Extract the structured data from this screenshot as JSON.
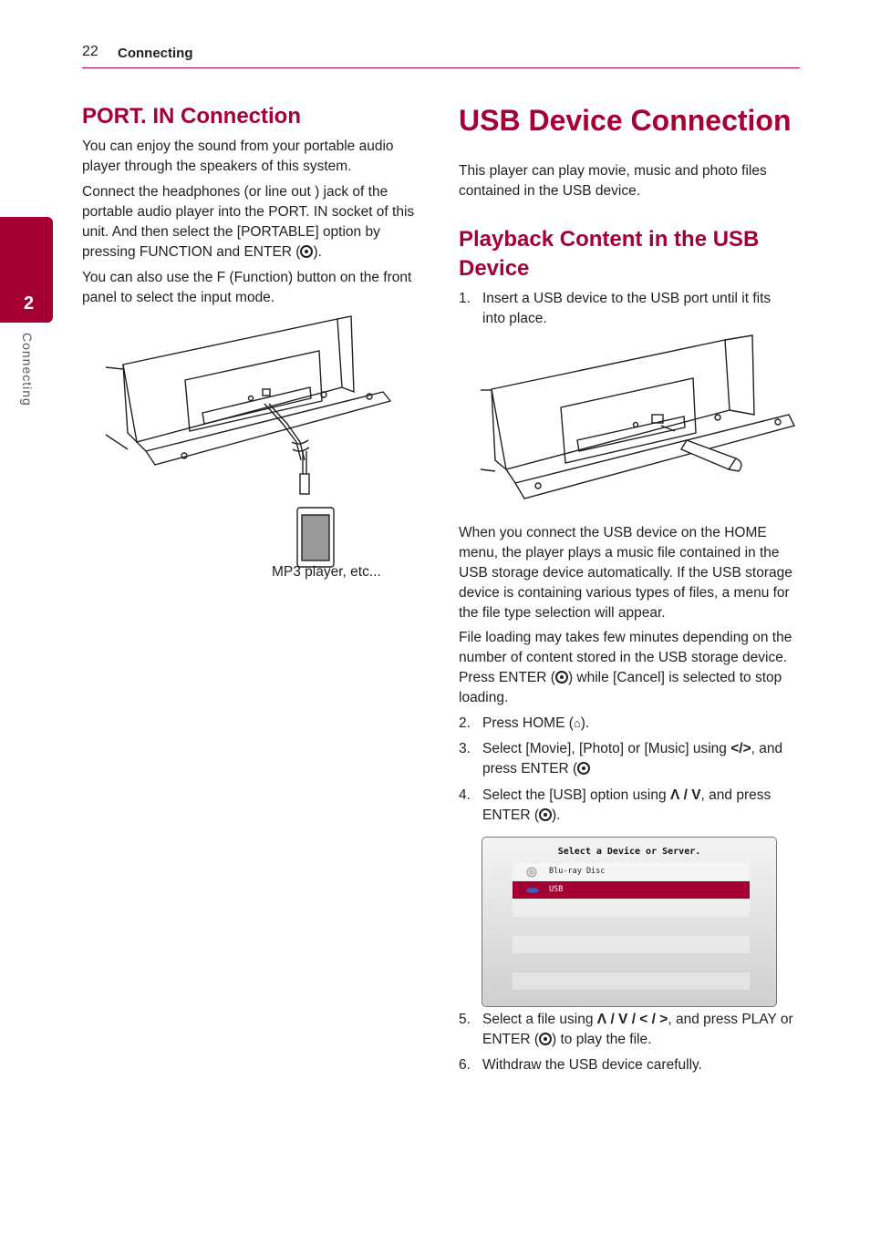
{
  "header": {
    "page_number": "22",
    "section": "Connecting"
  },
  "side_tab": {
    "number": "2",
    "label": "Connecting"
  },
  "left": {
    "heading": "PORT. IN Connection",
    "para1": "You can enjoy the sound from your portable audio player through the speakers of this system.",
    "para2_before": "Connect the headphones (or line out ) jack of the portable audio player into the PORT. IN socket of this unit. And then select the [PORTABLE] option by pressing FUNCTION and ENTER (",
    "para2_after": ").",
    "para3": "You can also use the F (Function) button on the front panel to select the input mode.",
    "caption": "MP3 player, etc..."
  },
  "right": {
    "title": "USB Device Connection",
    "intro": "This player can play movie, music and photo files contained in the USB device.",
    "subheading": "Playback Content in the USB Device",
    "step1_num": "1.",
    "step1": "Insert a USB device to the USB port until it fits into place.",
    "para_home": "When you connect the USB device on the HOME menu, the player plays a music file contained in the USB storage device automatically. If the USB storage device is containing various types of files, a menu for the file type selection will appear.",
    "para_loading_before": "File loading may takes few minutes depending on the number of content stored in the USB storage device. Press ENTER (",
    "para_loading_after": ") while [Cancel] is selected to stop loading.",
    "step2_num": "2.",
    "step2_before": "Press HOME (",
    "step2_after": ").",
    "step3_num": "3.",
    "step3_before": "Select [Movie], [Photo] or [Music] using ",
    "step3_sym": "</>",
    "step3_after": ", and press ENTER (",
    "step4_num": "4.",
    "step4_before": "Select the [USB] option using ",
    "step4_sym": "Λ / V",
    "step4_after": ", and press ENTER (",
    "step4_end": ").",
    "menu": {
      "title": "Select a Device or Server.",
      "items": [
        "Blu-ray Disc",
        "USB"
      ],
      "highlight_color": "#a50034"
    },
    "step5_num": "5.",
    "step5_before": "Select a file using ",
    "step5_sym": "Λ / V / < / >",
    "step5_after": ", and press PLAY or ENTER (",
    "step5_end": ") to play the file.",
    "step6_num": "6.",
    "step6": "Withdraw the USB device carefully."
  },
  "colors": {
    "accent": "#a50034",
    "text": "#231f20"
  }
}
